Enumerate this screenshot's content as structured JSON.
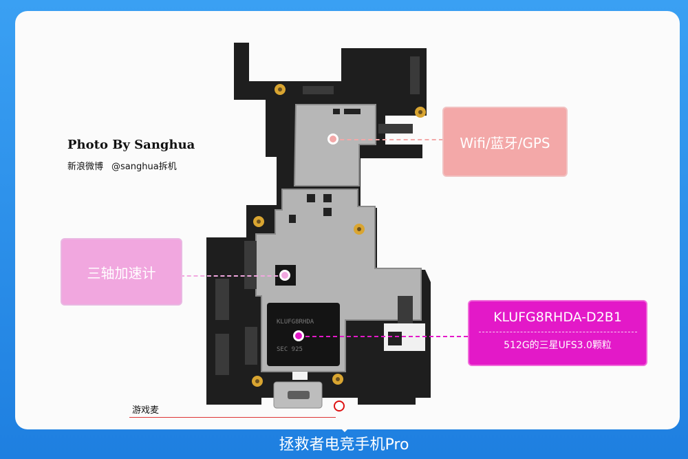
{
  "credit": {
    "photo_by": "Photo By Sanghua",
    "weibo": "新浪微博",
    "handle": "@sanghua拆机"
  },
  "callouts": {
    "wifi": "Wifi/蓝牙/GPS",
    "accelerometer": "三轴加速计",
    "chip_model": "KLUFG8RHDA-D2B1",
    "chip_desc": "512G的三星UFS3.0颗粒",
    "mic": "游戏麦"
  },
  "footer": {
    "title": "拯救者电竞手机Pro"
  },
  "colors": {
    "frame": "#2a8be6",
    "wifi_callout": "#f3a8a8",
    "accel_callout": "#f1a7df",
    "chip_callout": "#e319c8",
    "board": "#1f1f1f",
    "shield": "#b8b8b8"
  }
}
